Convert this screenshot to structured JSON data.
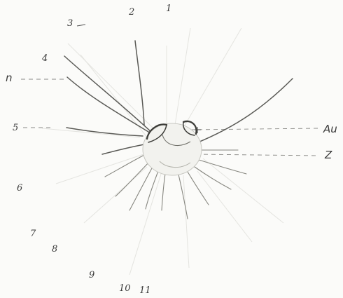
{
  "figure": {
    "ray_labels": [
      "1",
      "2",
      "3",
      "4",
      "5",
      "6",
      "7",
      "8",
      "9",
      "10",
      "11"
    ],
    "structure_labels": [
      "n",
      "Au",
      "Z"
    ]
  }
}
